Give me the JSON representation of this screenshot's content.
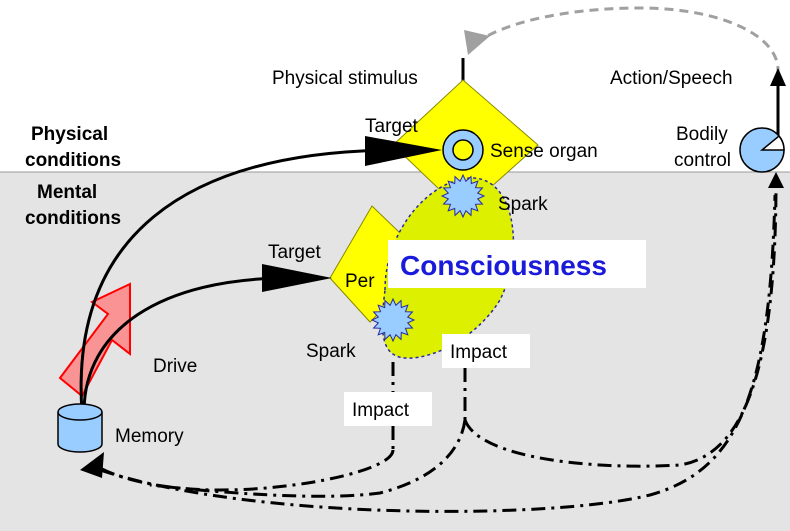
{
  "colors": {
    "mental_bg": "#e4e4e4",
    "yellow": "#ffff00",
    "yellow_green": "#dcf000",
    "blue_light": "#99ccff",
    "blue_text": "#1a1adb",
    "drive_fill": "#ff8080",
    "drive_stroke": "#ff0000",
    "feedback_gray": "#a0a0a0"
  },
  "icons": {
    "sense_organ": "ring-icon",
    "spark": "starburst-icon",
    "memory": "cylinder-icon",
    "bodily_control": "pie-icon"
  },
  "labels": {
    "physical_stimulus": "Physical stimulus",
    "action_speech": "Action/Speech",
    "physical_conditions_1": "Physical",
    "physical_conditions_2": "conditions",
    "mental_conditions_1": "Mental",
    "mental_conditions_2": "conditions",
    "target_top": "Target",
    "target_mid": "Target",
    "sense_organ": "Sense organ",
    "spark_top": "Spark",
    "spark_bottom": "Spark",
    "perception_partial": "Per",
    "consciousness": "Consciousness",
    "impact_right": "Impact",
    "impact_left": "Impact",
    "drive": "Drive",
    "memory": "Memory",
    "bodily_control_1": "Bodily",
    "bodily_control_2": "control"
  }
}
